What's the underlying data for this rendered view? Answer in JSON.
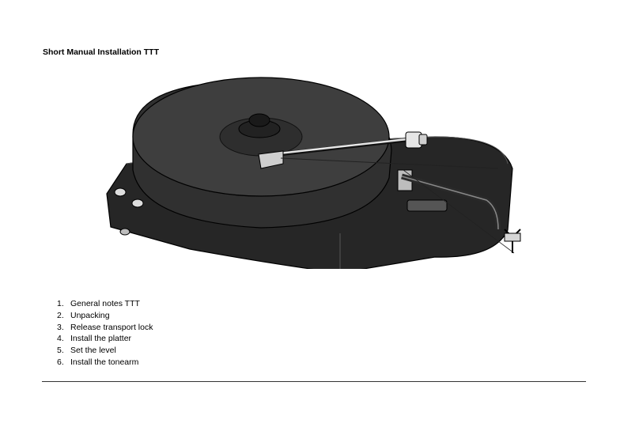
{
  "document": {
    "title": "Short Manual Installation TTT"
  },
  "illustration": {
    "icon": "turntable-illustration",
    "colors": {
      "body": "#2b2b2b",
      "platter": "#3a3a3a",
      "metal": "#d8d8d8",
      "outline": "#000000"
    }
  },
  "toc": {
    "items": [
      {
        "number": "1.",
        "label": "General notes TTT"
      },
      {
        "number": "2.",
        "label": "Unpacking"
      },
      {
        "number": "3.",
        "label": "Release transport lock"
      },
      {
        "number": "4.",
        "label": "Install the platter"
      },
      {
        "number": "5.",
        "label": "Set the level"
      },
      {
        "number": "6.",
        "label": "Install the tonearm"
      }
    ]
  }
}
